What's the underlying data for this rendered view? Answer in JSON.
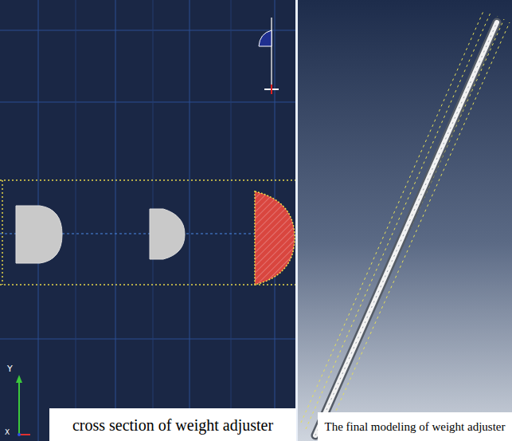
{
  "diagram": {
    "nodes": [
      {
        "text": [
          "cross section of weight adjuster"
        ]
      },
      {
        "text": [
          "The final modeling of weight adjuster"
        ]
      }
    ],
    "labels": [
      "Y",
      "X"
    ]
  }
}
